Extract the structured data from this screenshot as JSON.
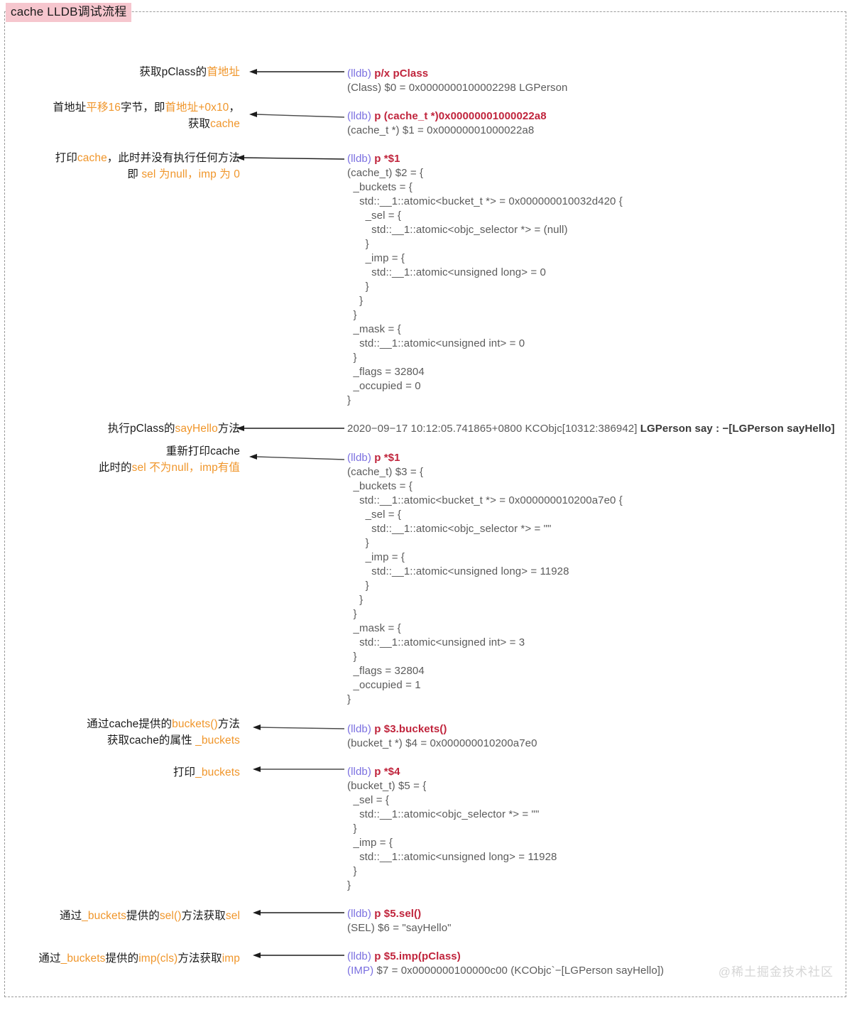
{
  "title": "cache LLDB调试流程",
  "watermark": "@稀土掘金技术社区",
  "colors": {
    "title_badge_bg": "#f6c6ce",
    "highlight": "#f0962b",
    "prompt": "#7a6fe0",
    "command": "#c0243c",
    "output": "#5b5b5b",
    "watermark": "#d6d6d6",
    "frame_border": "#9a9a9a"
  },
  "annotations": [
    {
      "id": "ann-first-address",
      "lines": [
        [
          {
            "t": "获取pClass的",
            "hl": false
          },
          {
            "t": "首地址",
            "hl": true
          }
        ]
      ]
    },
    {
      "id": "ann-offset-cache",
      "lines": [
        [
          {
            "t": "首地址",
            "hl": false
          },
          {
            "t": "平移16",
            "hl": true
          },
          {
            "t": "字节，即",
            "hl": false
          },
          {
            "t": "首地址+0x10",
            "hl": true
          },
          {
            "t": "，",
            "hl": false
          }
        ],
        [
          {
            "t": "获取",
            "hl": false
          },
          {
            "t": "cache",
            "hl": true
          }
        ]
      ]
    },
    {
      "id": "ann-print-cache-empty",
      "lines": [
        [
          {
            "t": "打印",
            "hl": false
          },
          {
            "t": "cache",
            "hl": true
          },
          {
            "t": "，此时并没有执行任何方法",
            "hl": false
          }
        ],
        [
          {
            "t": "即 ",
            "hl": false
          },
          {
            "t": "sel 为null，imp 为 0",
            "hl": true
          }
        ]
      ]
    },
    {
      "id": "ann-call-sayhello",
      "lines": [
        [
          {
            "t": "执行pClass的",
            "hl": false
          },
          {
            "t": "sayHello",
            "hl": true
          },
          {
            "t": "方法",
            "hl": false
          }
        ]
      ]
    },
    {
      "id": "ann-reprint-cache",
      "lines": [
        [
          {
            "t": "重新打印cache",
            "hl": false
          }
        ],
        [
          {
            "t": "此时的",
            "hl": false
          },
          {
            "t": "sel 不为null，imp有值",
            "hl": true
          }
        ]
      ]
    },
    {
      "id": "ann-buckets-method",
      "lines": [
        [
          {
            "t": "通过cache提供的",
            "hl": false
          },
          {
            "t": "buckets()",
            "hl": true
          },
          {
            "t": "方法",
            "hl": false
          }
        ],
        [
          {
            "t": "获取cache的属性 ",
            "hl": false
          },
          {
            "t": "_buckets",
            "hl": true
          }
        ]
      ]
    },
    {
      "id": "ann-print-buckets",
      "lines": [
        [
          {
            "t": "打印",
            "hl": false
          },
          {
            "t": "_buckets",
            "hl": true
          }
        ]
      ]
    },
    {
      "id": "ann-sel-method",
      "lines": [
        [
          {
            "t": "通过",
            "hl": false
          },
          {
            "t": "_buckets",
            "hl": true
          },
          {
            "t": "提供的",
            "hl": false
          },
          {
            "t": "sel()",
            "hl": true
          },
          {
            "t": "方法获取",
            "hl": false
          },
          {
            "t": "sel",
            "hl": true
          }
        ]
      ]
    },
    {
      "id": "ann-imp-method",
      "lines": [
        [
          {
            "t": "通过",
            "hl": false
          },
          {
            "t": "_buckets",
            "hl": true
          },
          {
            "t": "提供的",
            "hl": false
          },
          {
            "t": "imp(cls)",
            "hl": true
          },
          {
            "t": "方法获取",
            "hl": false
          },
          {
            "t": "imp",
            "hl": true
          }
        ]
      ]
    }
  ],
  "blocks": [
    {
      "id": "block-px-pclass",
      "lines": [
        {
          "type": "cmd",
          "prompt": "(lldb)",
          "cmd": "p/x pClass"
        },
        {
          "type": "out",
          "text": "(Class) $0 = 0x0000000100002298 LGPerson"
        }
      ]
    },
    {
      "id": "block-cache-cast",
      "lines": [
        {
          "type": "cmd",
          "prompt": "(lldb)",
          "cmd": "p (cache_t *)0x00000001000022a8"
        },
        {
          "type": "out",
          "text": "(cache_t *) $1 = 0x00000001000022a8"
        }
      ]
    },
    {
      "id": "block-print-cache-1",
      "lines": [
        {
          "type": "cmd",
          "prompt": "(lldb)",
          "cmd": "p *$1"
        },
        {
          "type": "out",
          "text": "(cache_t) $2 = {"
        },
        {
          "type": "out",
          "text": "  _buckets = {"
        },
        {
          "type": "out",
          "text": "    std::__1::atomic<bucket_t *> = 0x000000010032d420 {"
        },
        {
          "type": "out",
          "text": "      _sel = {"
        },
        {
          "type": "out",
          "text": "        std::__1::atomic<objc_selector *> = (null)"
        },
        {
          "type": "out",
          "text": "      }"
        },
        {
          "type": "out",
          "text": "      _imp = {"
        },
        {
          "type": "out",
          "text": "        std::__1::atomic<unsigned long> = 0"
        },
        {
          "type": "out",
          "text": "      }"
        },
        {
          "type": "out",
          "text": "    }"
        },
        {
          "type": "out",
          "text": "  }"
        },
        {
          "type": "out",
          "text": "  _mask = {"
        },
        {
          "type": "out",
          "text": "    std::__1::atomic<unsigned int> = 0"
        },
        {
          "type": "out",
          "text": "  }"
        },
        {
          "type": "out",
          "text": "  _flags = 32804"
        },
        {
          "type": "out",
          "text": "  _occupied = 0"
        },
        {
          "type": "out",
          "text": "}"
        }
      ]
    },
    {
      "id": "block-log-sayhello",
      "lines": [
        {
          "type": "log",
          "text": "2020−09−17 10:12:05.741865+0800 KCObjc[10312:386942] ",
          "bold": "LGPerson say : −[LGPerson sayHello]"
        }
      ]
    },
    {
      "id": "block-print-cache-2",
      "lines": [
        {
          "type": "cmd",
          "prompt": "(lldb)",
          "cmd": "p *$1"
        },
        {
          "type": "out",
          "text": "(cache_t) $3 = {"
        },
        {
          "type": "out",
          "text": "  _buckets = {"
        },
        {
          "type": "out",
          "text": "    std::__1::atomic<bucket_t *> = 0x000000010200a7e0 {"
        },
        {
          "type": "out",
          "text": "      _sel = {"
        },
        {
          "type": "out",
          "text": "        std::__1::atomic<objc_selector *> = \"\""
        },
        {
          "type": "out",
          "text": "      }"
        },
        {
          "type": "out",
          "text": "      _imp = {"
        },
        {
          "type": "out",
          "text": "        std::__1::atomic<unsigned long> = 11928"
        },
        {
          "type": "out",
          "text": "      }"
        },
        {
          "type": "out",
          "text": "    }"
        },
        {
          "type": "out",
          "text": "  }"
        },
        {
          "type": "out",
          "text": "  _mask = {"
        },
        {
          "type": "out",
          "text": "    std::__1::atomic<unsigned int> = 3"
        },
        {
          "type": "out",
          "text": "  }"
        },
        {
          "type": "out",
          "text": "  _flags = 32804"
        },
        {
          "type": "out",
          "text": "  _occupied = 1"
        },
        {
          "type": "out",
          "text": "}"
        }
      ]
    },
    {
      "id": "block-buckets-call",
      "lines": [
        {
          "type": "cmd",
          "prompt": "(lldb)",
          "cmd": "p $3.buckets()"
        },
        {
          "type": "out",
          "text": "(bucket_t *) $4 = 0x000000010200a7e0"
        }
      ]
    },
    {
      "id": "block-print-bucket",
      "lines": [
        {
          "type": "cmd",
          "prompt": "(lldb)",
          "cmd": "p *$4"
        },
        {
          "type": "out",
          "text": "(bucket_t) $5 = {"
        },
        {
          "type": "out",
          "text": "  _sel = {"
        },
        {
          "type": "out",
          "text": "    std::__1::atomic<objc_selector *> = \"\""
        },
        {
          "type": "out",
          "text": "  }"
        },
        {
          "type": "out",
          "text": "  _imp = {"
        },
        {
          "type": "out",
          "text": "    std::__1::atomic<unsigned long> = 11928"
        },
        {
          "type": "out",
          "text": "  }"
        },
        {
          "type": "out",
          "text": "}"
        }
      ]
    },
    {
      "id": "block-sel-call",
      "lines": [
        {
          "type": "cmd",
          "prompt": "(lldb)",
          "cmd": "p $5.sel()"
        },
        {
          "type": "out",
          "text": "(SEL) $6 = \"sayHello\""
        }
      ]
    },
    {
      "id": "block-imp-call",
      "lines": [
        {
          "type": "cmd",
          "prompt": "(lldb)",
          "cmd": "p $5.imp(pClass)"
        },
        {
          "type": "impout",
          "prefix": "(IMP)",
          "text": " $7 = 0x0000000100000c00 (KCObjc`−[LGPerson sayHello])"
        }
      ]
    }
  ]
}
